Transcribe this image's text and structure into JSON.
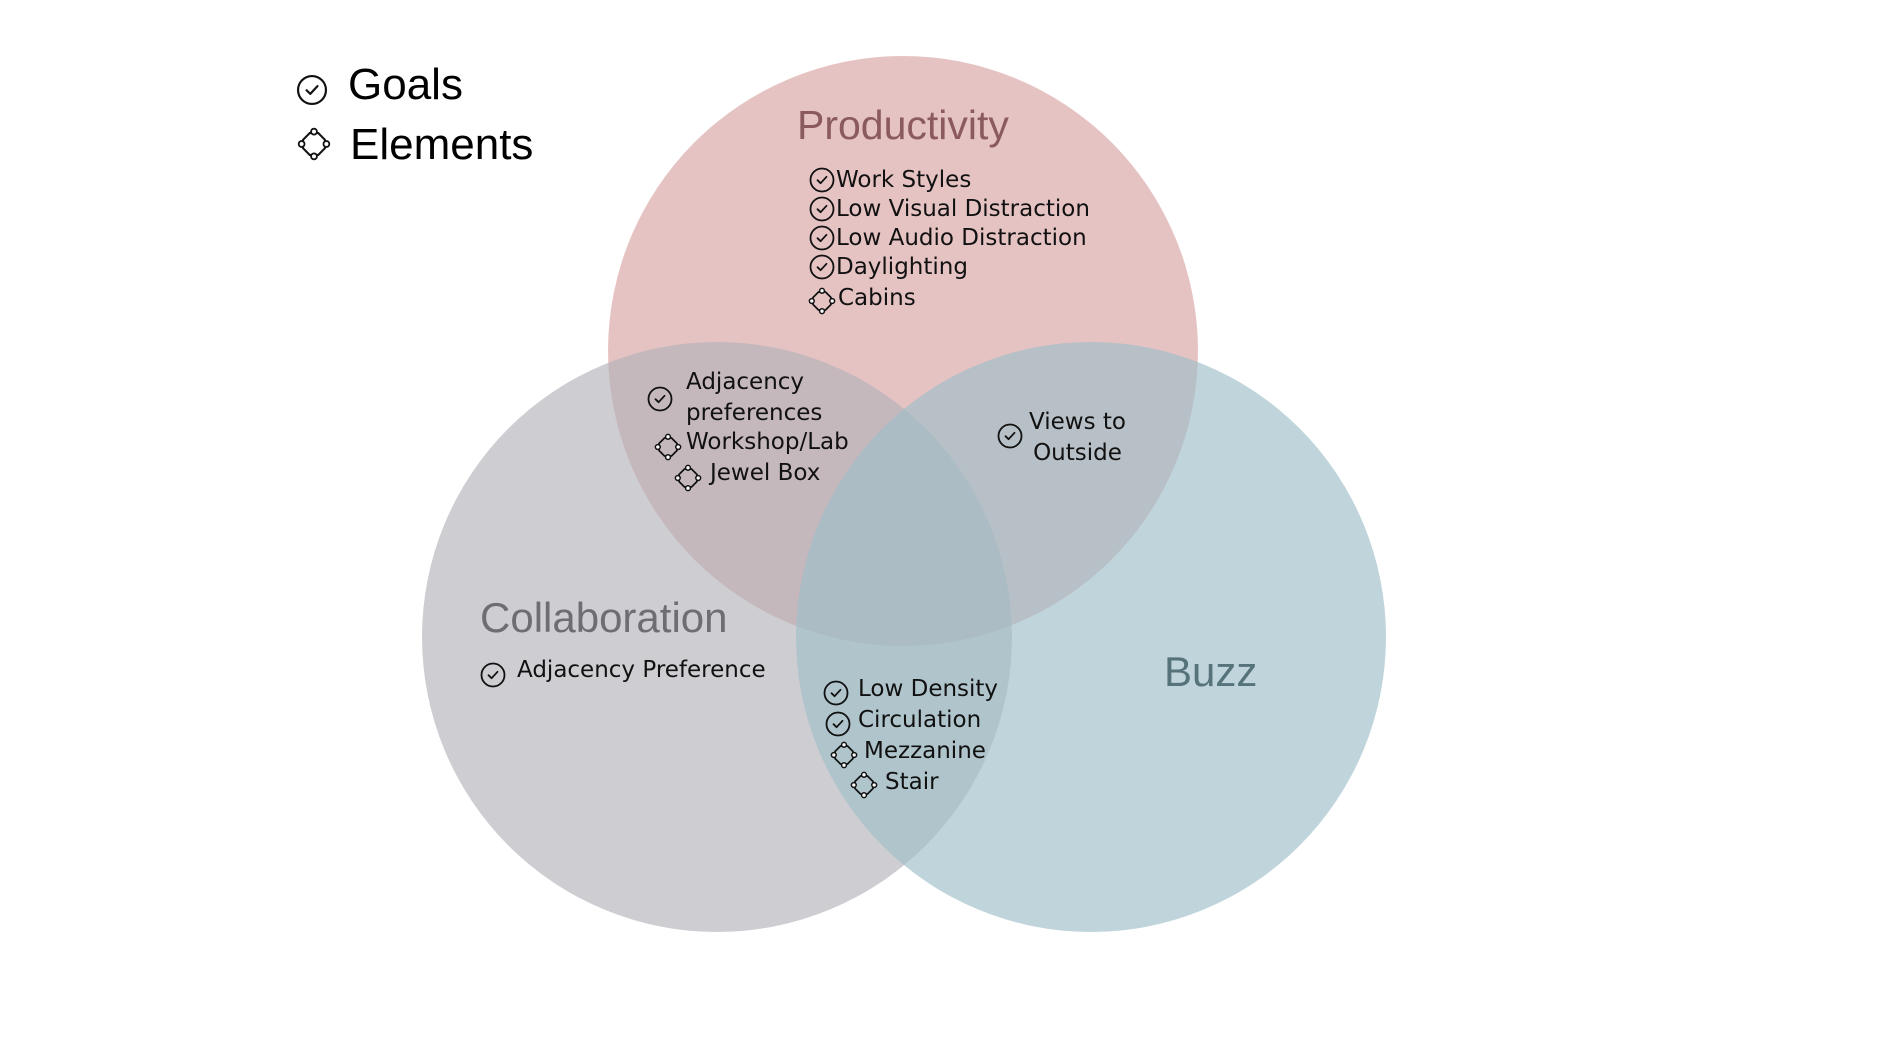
{
  "legend": {
    "goals_label": "Goals",
    "elements_label": "Elements",
    "goal_icon": "check-circle-icon",
    "element_icon": "element-icon"
  },
  "colors": {
    "productivity": "#d9a3a3",
    "collaboration": "#b3b2ba",
    "buzz": "#9ebfc8",
    "productivity_title": "#8a5a5e",
    "collaboration_title": "#6e6e72",
    "buzz_title": "#56727b",
    "text": "#111111"
  },
  "sets": {
    "productivity": {
      "title": "Productivity"
    },
    "collaboration": {
      "title": "Collaboration"
    },
    "buzz": {
      "title": "Buzz"
    }
  },
  "regions": {
    "productivity_only": {
      "items": [
        {
          "type": "goal",
          "text": "Work Styles"
        },
        {
          "type": "goal",
          "text": "Low Visual Distraction"
        },
        {
          "type": "goal",
          "text": "Low Audio Distraction"
        },
        {
          "type": "goal",
          "text": "Daylighting"
        },
        {
          "type": "element",
          "text": "Cabins"
        }
      ]
    },
    "productivity_collaboration": {
      "items": [
        {
          "type": "goal",
          "text": "Adjacency\npreferences"
        },
        {
          "type": "element",
          "text": "Workshop/Lab"
        },
        {
          "type": "element",
          "text": "Jewel Box"
        }
      ]
    },
    "productivity_buzz": {
      "items": [
        {
          "type": "goal",
          "text": "Views to\nOutside"
        }
      ]
    },
    "collaboration_only": {
      "items": [
        {
          "type": "goal",
          "text": "Adjacency Preference"
        }
      ]
    },
    "collaboration_buzz": {
      "items": [
        {
          "type": "goal",
          "text": "Low Density"
        },
        {
          "type": "goal",
          "text": "Circulation"
        },
        {
          "type": "element",
          "text": "Mezzanine"
        },
        {
          "type": "element",
          "text": "Stair"
        }
      ]
    }
  }
}
